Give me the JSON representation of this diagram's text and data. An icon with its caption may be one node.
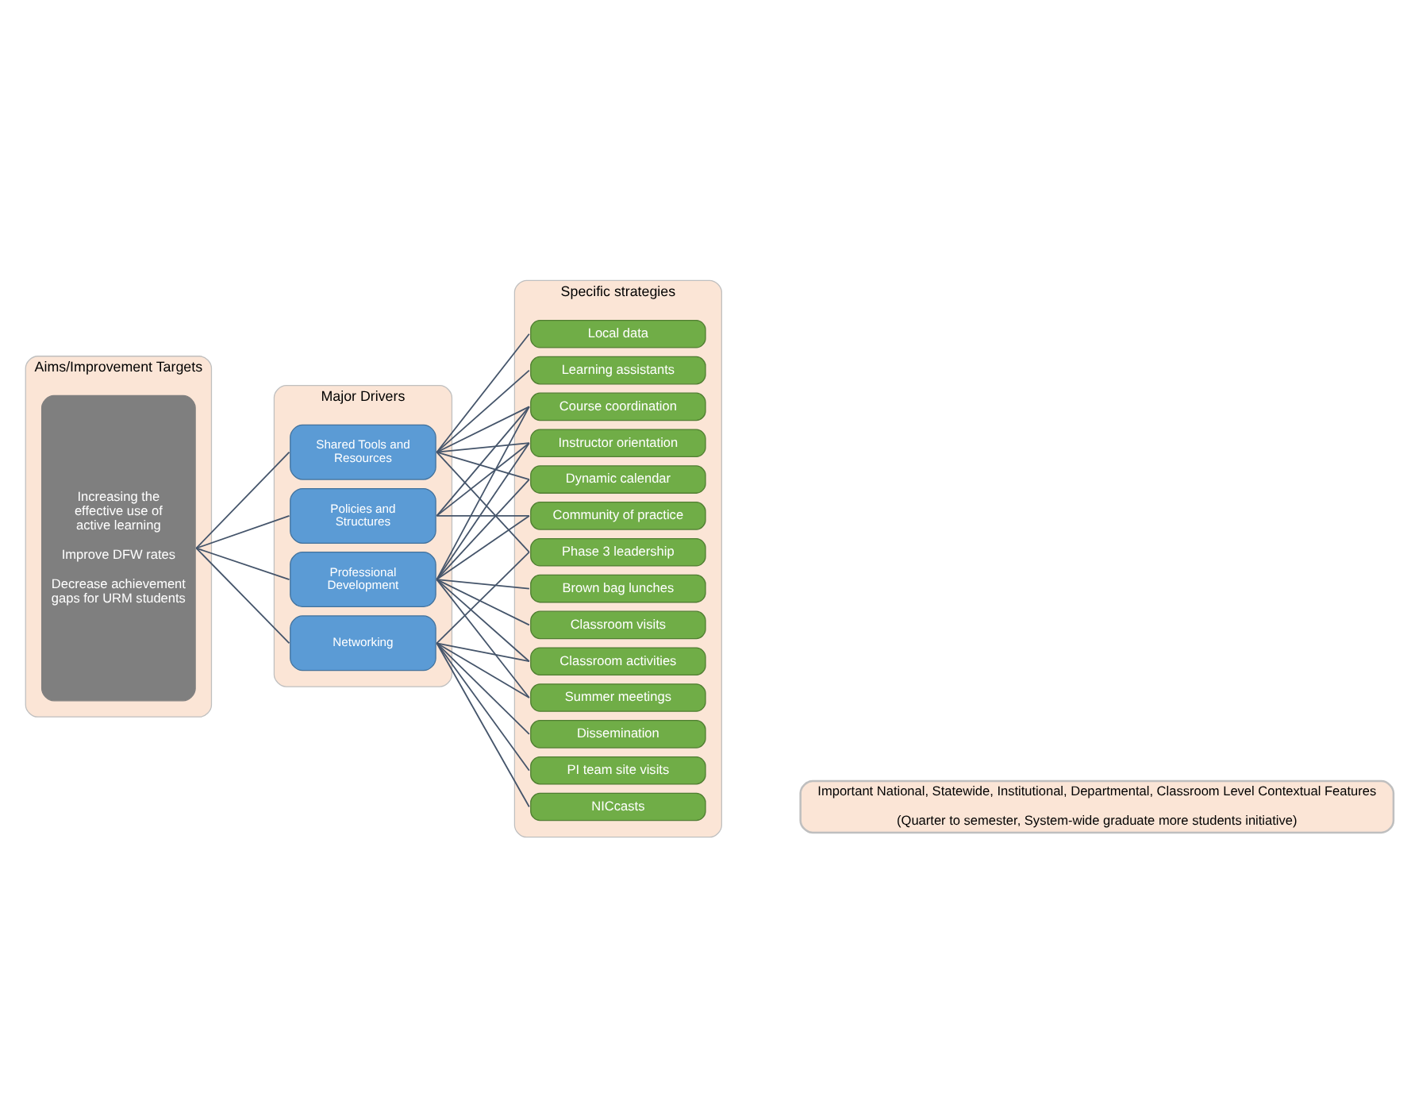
{
  "diagram": {
    "nodes": [
      {
        "text": [
          "Aims/Improvement Targets"
        ]
      },
      {
        "text": [
          "Increasing the effective use of active learning",
          "Improve DFW rates",
          "Decrease achievement gaps for URM students"
        ],
        "in": 0
      },
      {
        "text": [
          "Major Drivers"
        ]
      },
      {
        "text": [
          "Shared Tools and Resources"
        ],
        "in": 2
      },
      {
        "text": [
          "Professional Development"
        ],
        "in": 2
      },
      {
        "text": [
          "Policies and Structures"
        ],
        "in": 2
      },
      {
        "text": [
          "Networking"
        ],
        "in": 2
      },
      {
        "text": [
          "Specific strategies"
        ]
      },
      {
        "text": [
          "Local data"
        ],
        "in": 7
      },
      {
        "text": [
          "Learning assistants"
        ],
        "in": 7
      },
      {
        "text": [
          "Dynamic calendar"
        ],
        "in": 7
      },
      {
        "text": [
          "Community of practice"
        ],
        "in": 7
      },
      {
        "text": [
          "Instructor orientation"
        ],
        "in": 7
      },
      {
        "text": [
          "Classroom visits"
        ],
        "in": 7
      },
      {
        "text": [
          "Brown bag lunches"
        ],
        "in": 7
      },
      {
        "text": [
          "Classroom activities"
        ],
        "in": 7
      },
      {
        "text": [
          "Course coordination"
        ],
        "in": 7
      },
      {
        "text": [
          "Summer meetings"
        ],
        "in": 7
      },
      {
        "text": [
          "Phase 3 leadership"
        ],
        "in": 7
      },
      {
        "text": [
          "Dissemination"
        ],
        "in": 7
      },
      {
        "text": [
          "PI team site visits"
        ],
        "in": 7
      },
      {
        "text": [
          "NICcasts"
        ],
        "in": 7
      },
      {
        "text": [
          "Important National, Statewide, Institutional, Departmental, Classroom Level Contextual Features",
          "(Quarter to semester, System-wide graduate more students initiative)"
        ]
      }
    ],
    "edges": [
      {
        "from": 1,
        "to": 3,
        "arrow": "none"
      },
      {
        "from": 1,
        "to": 4,
        "arrow": "none"
      },
      {
        "from": 1,
        "to": 5,
        "arrow": "none"
      },
      {
        "from": 1,
        "to": 6,
        "arrow": "none"
      },
      {
        "from": 3,
        "to": 8,
        "arrow": "none"
      },
      {
        "from": 3,
        "to": 9,
        "arrow": "none"
      },
      {
        "from": 3,
        "to": 10,
        "arrow": "none"
      },
      {
        "from": 3,
        "to": 12,
        "arrow": "none"
      },
      {
        "from": 3,
        "to": 16,
        "arrow": "none"
      },
      {
        "from": 3,
        "to": 18,
        "arrow": "none"
      },
      {
        "from": 4,
        "to": 10,
        "arrow": "none"
      },
      {
        "from": 4,
        "to": 11,
        "arrow": "none"
      },
      {
        "from": 4,
        "to": 12,
        "arrow": "none"
      },
      {
        "from": 4,
        "to": 13,
        "arrow": "none"
      },
      {
        "from": 4,
        "to": 14,
        "arrow": "none"
      },
      {
        "from": 4,
        "to": 15,
        "arrow": "none"
      },
      {
        "from": 4,
        "to": 16,
        "arrow": "none"
      },
      {
        "from": 4,
        "to": 17,
        "arrow": "none"
      },
      {
        "from": 5,
        "to": 11,
        "arrow": "none"
      },
      {
        "from": 5,
        "to": 12,
        "arrow": "none"
      },
      {
        "from": 5,
        "to": 16,
        "arrow": "none"
      },
      {
        "from": 6,
        "to": 15,
        "arrow": "none"
      },
      {
        "from": 6,
        "to": 17,
        "arrow": "none"
      },
      {
        "from": 6,
        "to": 18,
        "arrow": "none"
      },
      {
        "from": 6,
        "to": 19,
        "arrow": "none"
      },
      {
        "from": 6,
        "to": 20,
        "arrow": "none"
      },
      {
        "from": 6,
        "to": 21,
        "arrow": "none"
      }
    ]
  }
}
